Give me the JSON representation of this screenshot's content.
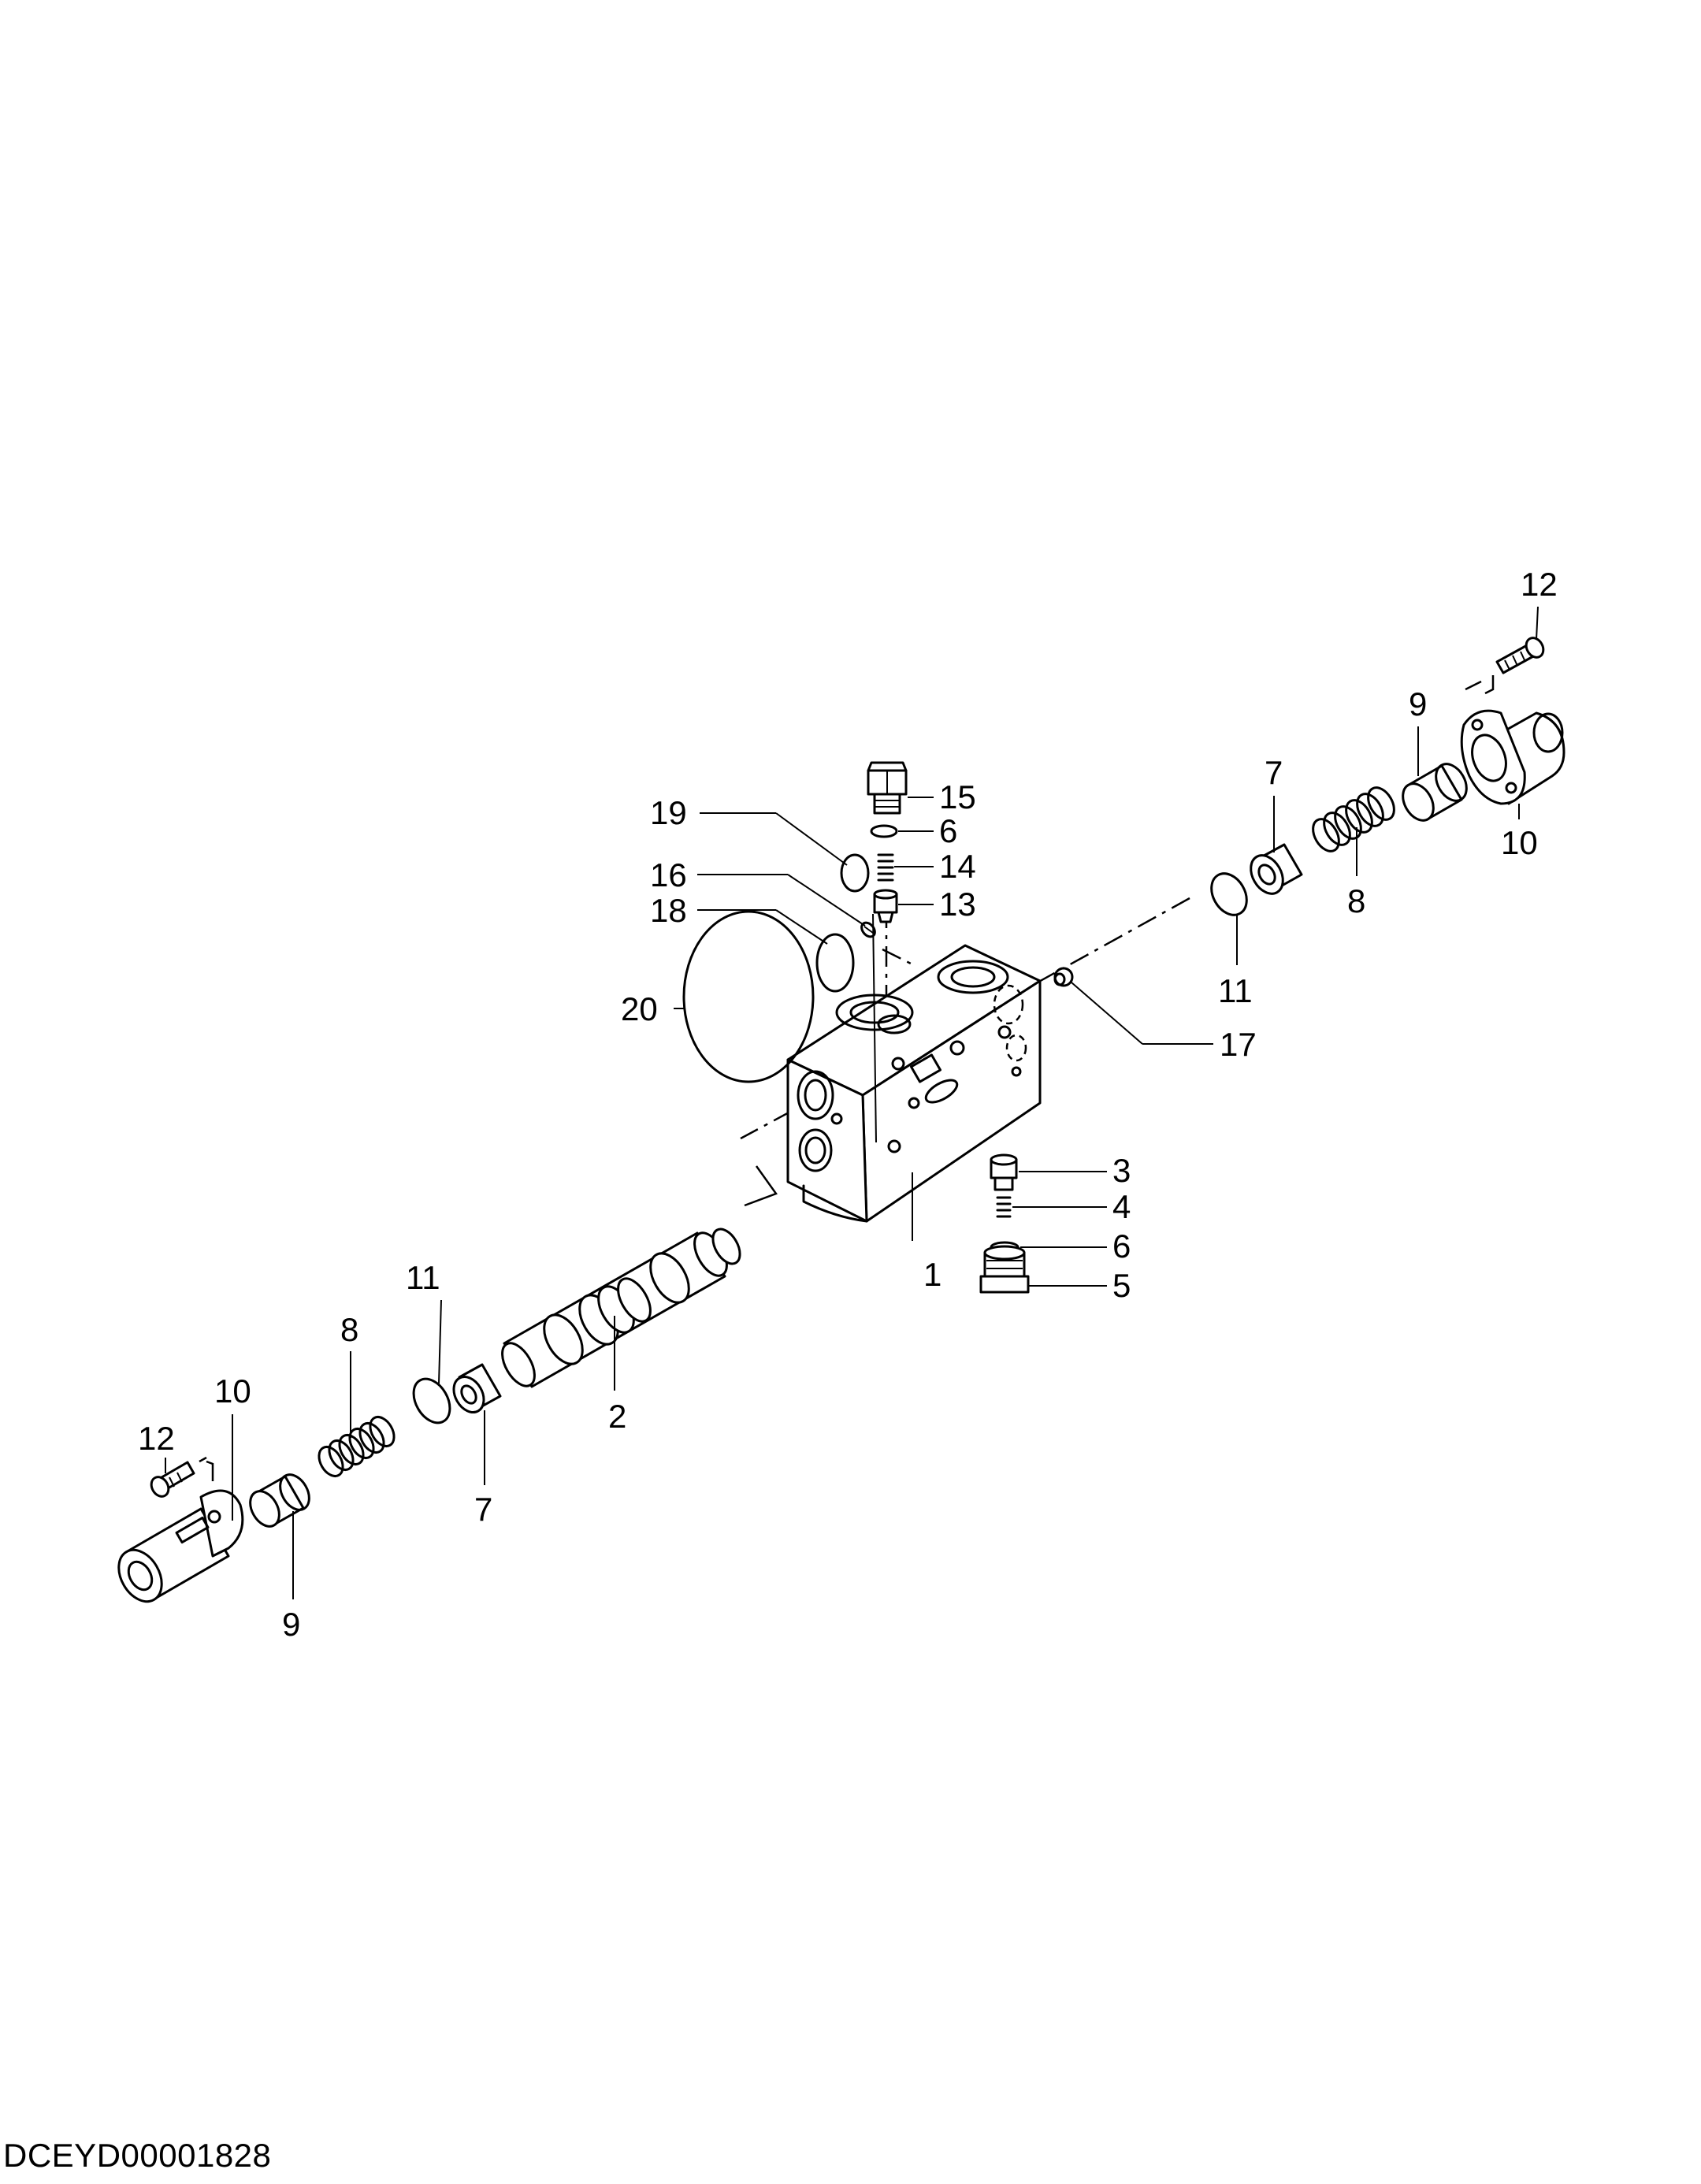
{
  "document_id": "DCEYD00001828",
  "callouts": {
    "body_1": "1",
    "spool_2": "2",
    "plug_3": "3",
    "spring_4": "4",
    "plug_5": "5",
    "oring_6_top": "6",
    "oring_6_bottom": "6",
    "seat_7_right": "7",
    "seat_7_left": "7",
    "spring_8_right": "8",
    "spring_8_left": "8",
    "stopper_9_right": "9",
    "stopper_9_left": "9",
    "cover_10_right": "10",
    "cover_10_left": "10",
    "oring_11_right": "11",
    "oring_11_left": "11",
    "bolt_12_right": "12",
    "bolt_12_left": "12",
    "poppet_13": "13",
    "spring_14": "14",
    "plug_15": "15",
    "pin_16": "16",
    "plug_17": "17",
    "oring_18": "18",
    "oring_19": "19",
    "oring_20": "20"
  }
}
